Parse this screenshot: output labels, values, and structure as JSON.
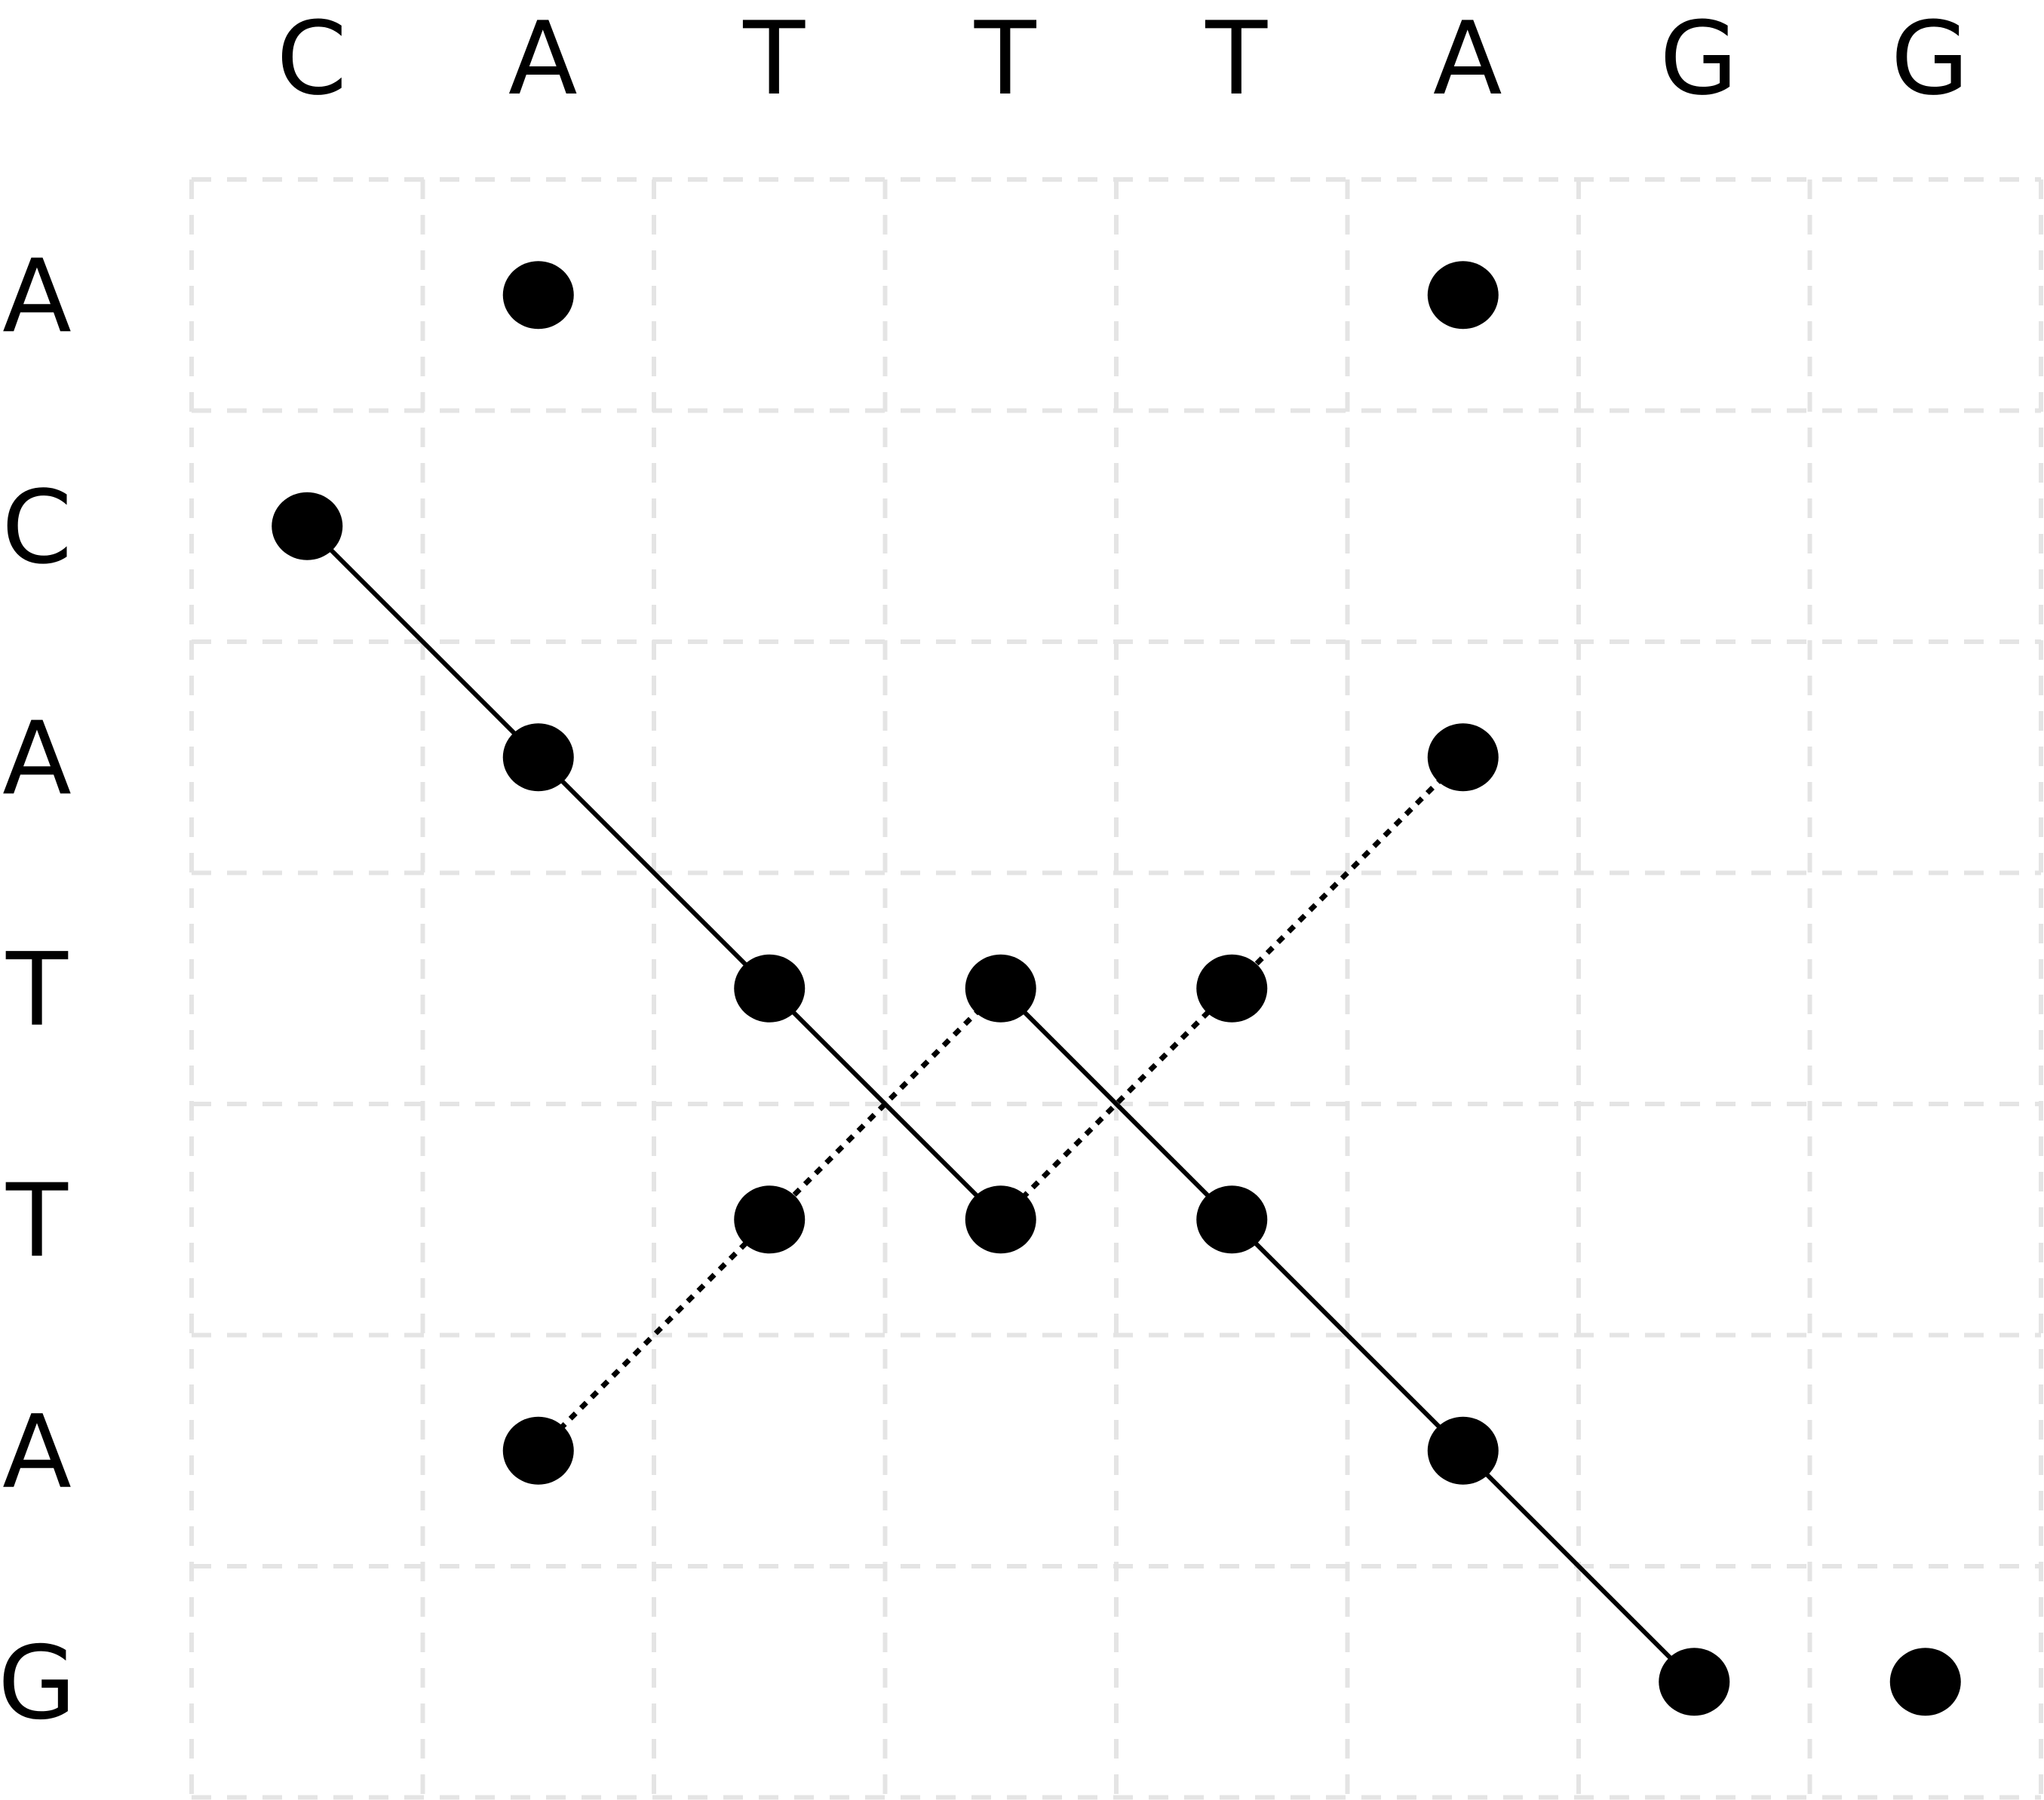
{
  "top_sequence": [
    "C",
    "A",
    "T",
    "T",
    "T",
    "A",
    "G",
    "G"
  ],
  "left_sequence": [
    "A",
    "C",
    "A",
    "T",
    "T",
    "A",
    "G"
  ],
  "colors": {
    "grid": "#e4e4e4",
    "dots": "#000000",
    "lines": "#000000",
    "background": "#ffffff"
  },
  "matches": [
    {
      "row": 0,
      "col": 1
    },
    {
      "row": 0,
      "col": 5
    },
    {
      "row": 1,
      "col": 0
    },
    {
      "row": 2,
      "col": 1
    },
    {
      "row": 2,
      "col": 5
    },
    {
      "row": 3,
      "col": 2
    },
    {
      "row": 3,
      "col": 3
    },
    {
      "row": 3,
      "col": 4
    },
    {
      "row": 4,
      "col": 2
    },
    {
      "row": 4,
      "col": 3
    },
    {
      "row": 4,
      "col": 4
    },
    {
      "row": 5,
      "col": 1
    },
    {
      "row": 5,
      "col": 5
    },
    {
      "row": 6,
      "col": 6
    },
    {
      "row": 6,
      "col": 7
    }
  ],
  "alignment_paths": [
    {
      "style": "solid",
      "points": [
        {
          "row": 1,
          "col": 0
        },
        {
          "row": 2,
          "col": 1
        },
        {
          "row": 3,
          "col": 2
        },
        {
          "row": 4,
          "col": 3
        }
      ]
    },
    {
      "style": "solid",
      "points": [
        {
          "row": 3,
          "col": 3
        },
        {
          "row": 4,
          "col": 4
        },
        {
          "row": 5,
          "col": 5
        },
        {
          "row": 6,
          "col": 6
        }
      ]
    },
    {
      "style": "dotted",
      "points": [
        {
          "row": 5,
          "col": 1
        },
        {
          "row": 4,
          "col": 2
        },
        {
          "row": 3,
          "col": 3
        }
      ]
    },
    {
      "style": "dotted",
      "points": [
        {
          "row": 4,
          "col": 3
        },
        {
          "row": 3,
          "col": 4
        },
        {
          "row": 2,
          "col": 5
        }
      ]
    }
  ]
}
